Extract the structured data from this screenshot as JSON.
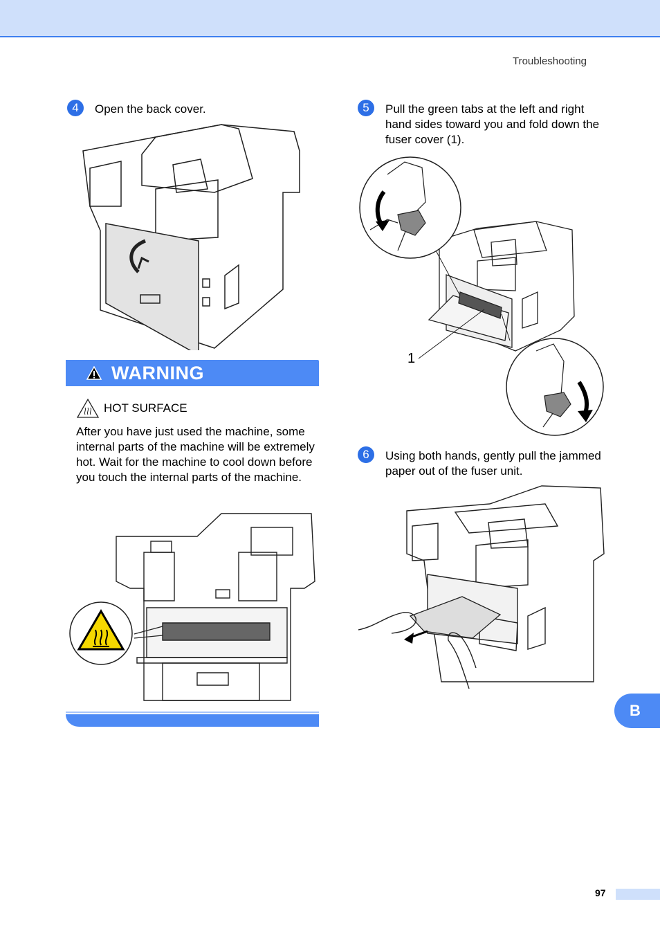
{
  "header": {
    "section_title": "Troubleshooting"
  },
  "steps": [
    {
      "number": "4",
      "text": "Open the back cover."
    },
    {
      "number": "5",
      "text": "Pull the green tabs at the left and right hand sides toward you and fold down the fuser cover (1)."
    },
    {
      "number": "6",
      "text": "Using both hands, gently pull the jammed paper out of the fuser unit."
    }
  ],
  "warning": {
    "label": "WARNING",
    "subtitle": "HOT SURFACE",
    "body": "After you have just used the machine, some internal parts of the machine will be extremely hot. Wait for the machine to cool down before you touch the internal parts of the machine."
  },
  "figure_callout": "1",
  "side_tab": "B",
  "page_number": "97",
  "colors": {
    "accent": "#4d8af5",
    "band": "#cfe0fb",
    "hot_symbol": "#f5d800"
  }
}
